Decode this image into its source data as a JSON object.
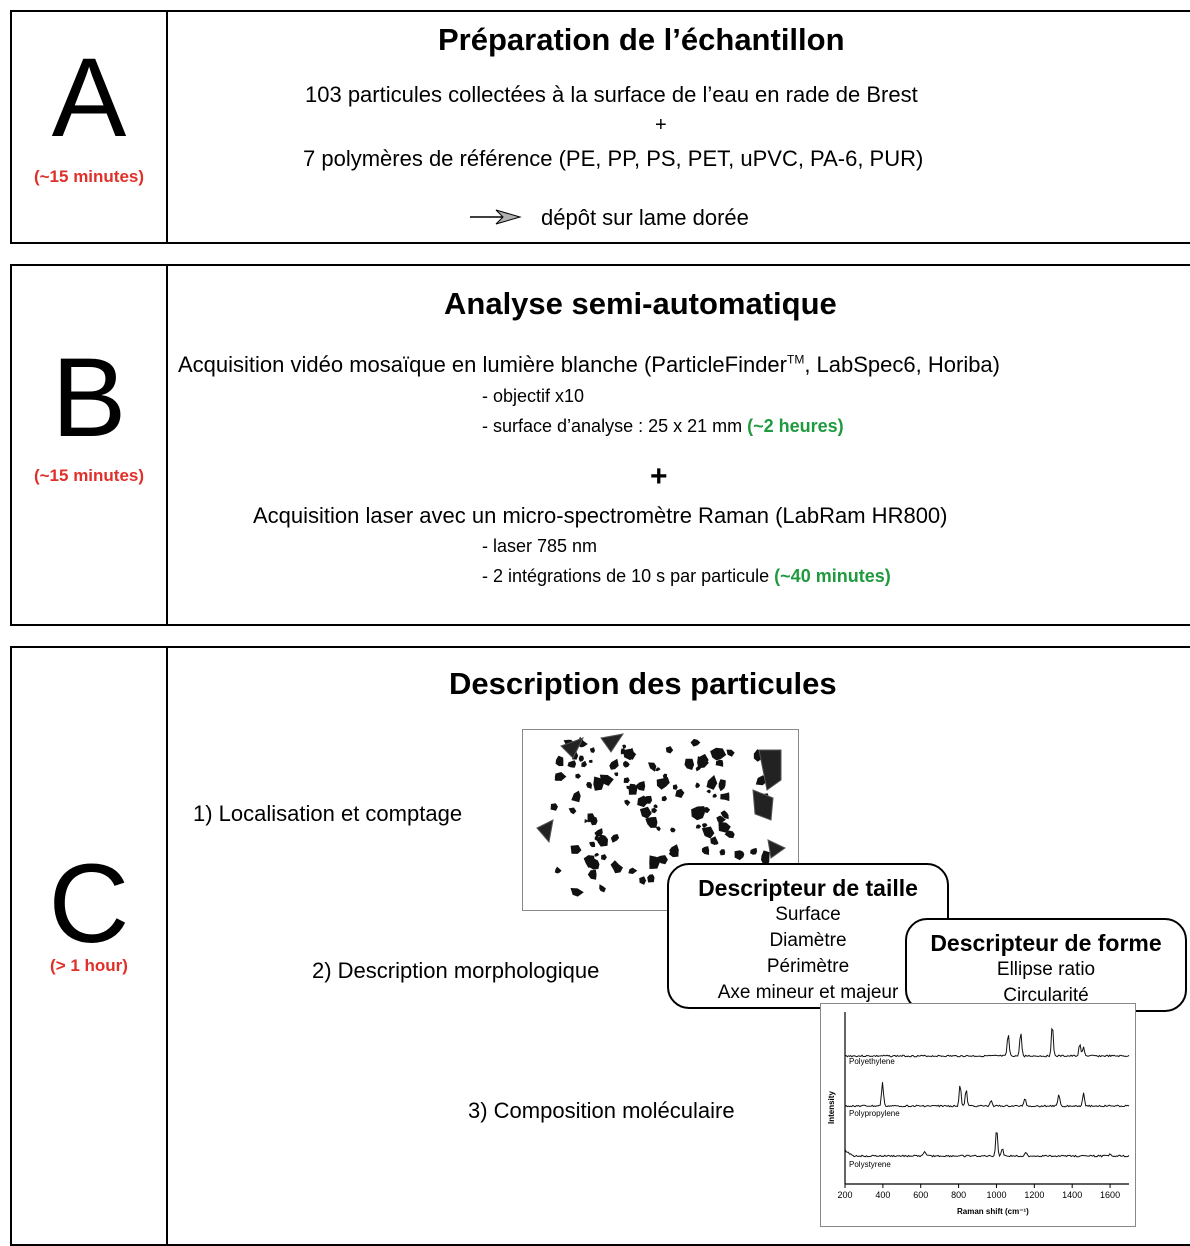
{
  "panelA": {
    "letter": "A",
    "duration": "(~15  minutes)",
    "title": "Préparation de l’échantillon",
    "line1": "103 particules collectées à la surface de l’eau en rade de Brest",
    "plus": "+",
    "line2": "7 polymères de référence (PE, PP, PS, PET, uPVC, PA-6, PUR)",
    "deposit": "dépôt sur lame dorée"
  },
  "panelB": {
    "letter": "B",
    "duration": "(~15  minutes)",
    "title": "Analyse semi-automatique",
    "video_line_pre": "Acquisition vidéo mosaïque en lumière blanche (ParticleFinder",
    "video_tm": "TM",
    "video_line_post": ", LabSpec6, Horiba)",
    "video_sub1": "- objectif x10",
    "video_sub2": "- surface d’analyse : 25 x 21 mm ",
    "video_time": "(~2 heures)",
    "plus": "+",
    "laser_line": "Acquisition laser avec un micro-spectromètre Raman (LabRam HR800)",
    "laser_sub1": "- laser 785 nm",
    "laser_sub2": "- 2 intégrations de 10 s par particule ",
    "laser_time": "(~40 minutes)"
  },
  "panelC": {
    "letter": "C",
    "duration": "(> 1 hour)",
    "title": "Description des particules",
    "step1": "1) Localisation et comptage",
    "step2": "2) Description morphologique",
    "step3": "3) Composition moléculaire",
    "size_box": {
      "header": "Descripteur de taille",
      "items": [
        "Surface",
        "Diamètre",
        "Périmètre",
        "Axe mineur et majeur"
      ]
    },
    "shape_box": {
      "header": "Descripteur de forme",
      "items": [
        "Ellipse ratio",
        "Circularité"
      ]
    },
    "spectra": {
      "ylabel": "Intensity",
      "xlabel": "Raman shift (cm⁻¹)",
      "ticks": [
        "200",
        "400",
        "600",
        "800",
        "1000",
        "1200",
        "1400",
        "1600"
      ],
      "series": [
        "Polyethylene",
        "Polypropylene",
        "Polystyrene"
      ]
    }
  },
  "colors": {
    "duration": "#e0302a",
    "time": "#1f9a3e"
  }
}
